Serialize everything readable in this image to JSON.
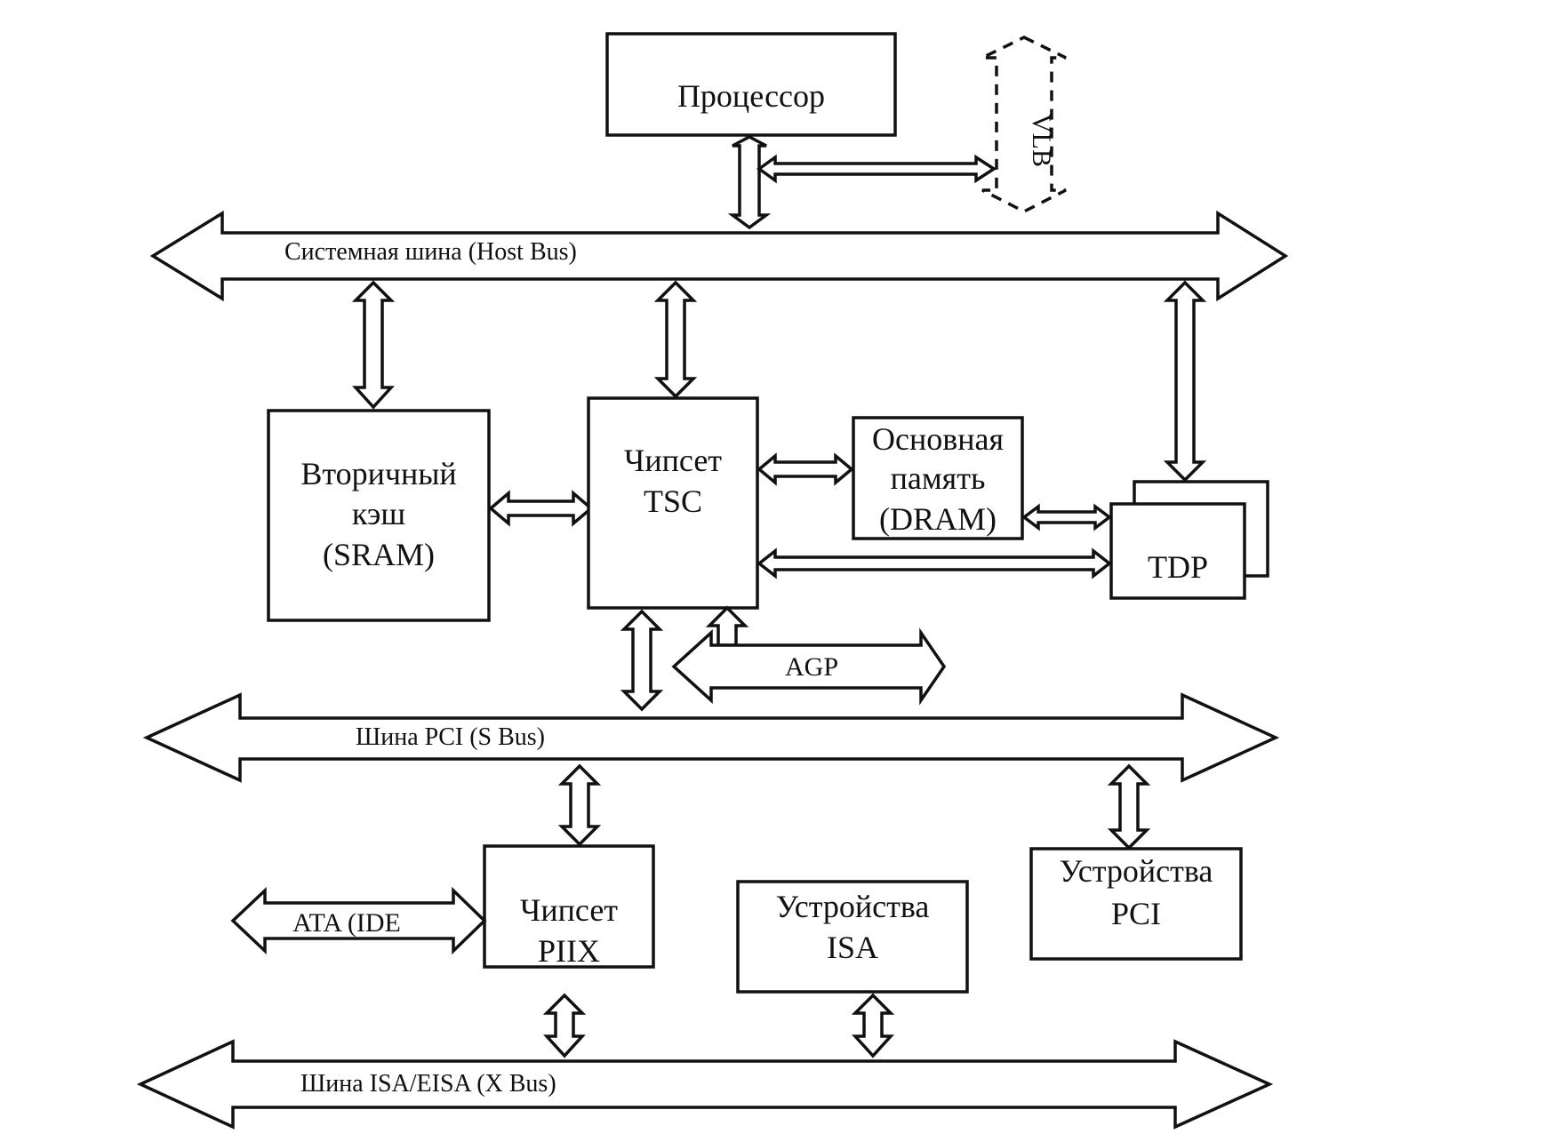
{
  "processor": {
    "label": "Процессор"
  },
  "vlb": {
    "label": "VLB"
  },
  "host_bus": {
    "label": "Системная шина (Host Bus)"
  },
  "sram": {
    "line1": "Вторичный",
    "line2": "кэш",
    "line3": "(SRAM)"
  },
  "tsc": {
    "line1": "Чипсет",
    "line2": "TSC"
  },
  "dram": {
    "line1": "Основная",
    "line2": "память",
    "line3": "(DRAM)"
  },
  "tdp": {
    "label": "TDP"
  },
  "agp": {
    "label": "AGP"
  },
  "pci_bus": {
    "label": "Шина PCI (S Bus)"
  },
  "piix": {
    "line1": "Чипсет",
    "line2": "PIIX"
  },
  "ata": {
    "label": "ATA (IDE"
  },
  "isa_devices": {
    "line1": "Устройства",
    "line2": "ISA"
  },
  "pci_devices": {
    "line1": "Устройства",
    "line2": "PCI"
  },
  "isa_bus": {
    "label": "Шина ISA/EISA (X Bus)"
  }
}
